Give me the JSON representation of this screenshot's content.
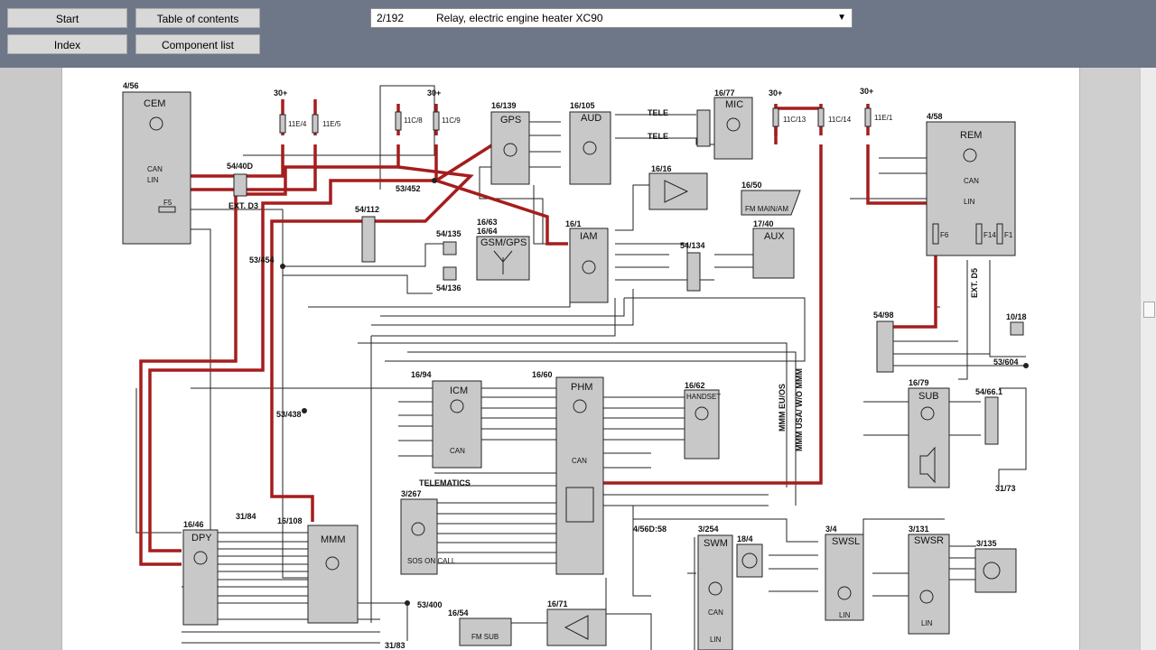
{
  "toolbar": {
    "start": "Start",
    "toc": "Table of contents",
    "index": "Index",
    "components": "Component list"
  },
  "diagram_select": {
    "number": "2/192",
    "title": "Relay, electric engine heater XC90"
  },
  "diagram": {
    "refs": {
      "cem": "4/56",
      "cem_name": "CEM",
      "rem": "4/58",
      "rem_name": "REM",
      "gps": "16/139",
      "gps_name": "GPS",
      "aud": "16/105",
      "aud_name": "AUD",
      "mic": "16/77",
      "mic_name": "MIC",
      "gsm": "16/63",
      "gsm2": "16/64",
      "gsm_name": "GSM/GPS",
      "iam": "16/1",
      "iam_name": "IAM",
      "aux": "17/40",
      "aux_name": "AUX",
      "fm": "16/50",
      "fm_name": "FM MAIN/AM",
      "amp": "16/16",
      "icm": "16/94",
      "icm_name": "ICM",
      "phm": "16/60",
      "phm_name": "PHM",
      "handset": "16/62",
      "handset_name": "HANDSET",
      "tele": "3/267",
      "dpy": "16/46",
      "dpy_name": "DPY",
      "mmm": "16/108",
      "mmm_name": "MMM",
      "sub": "16/79",
      "sub_name": "SUB",
      "swm": "3/254",
      "swm_name": "SWM",
      "ref184": "18/4",
      "swsl": "3/4",
      "swsl_name": "SWSL",
      "swsr": "3/131",
      "swsr_name": "SWSR",
      "ref3135": "3/135",
      "fmsub": "16/54",
      "fmsub_name": "FM SUB",
      "ref1671": "16/71",
      "ref1018": "10/18",
      "conn5498": "54/98",
      "conn5440": "54/40D",
      "conn54112": "54/112",
      "conn54135": "54/135",
      "conn54136": "54/136",
      "conn54134": "54/134",
      "conn5466": "54/66.1",
      "s53452": "53/452",
      "s53454": "53/454",
      "s53438": "53/438",
      "s53400": "53/400",
      "s53604": "53/604",
      "g3184": "31/84",
      "g3183": "31/83",
      "g3173": "31/73",
      "ref456d": "4/56D:58"
    },
    "fuses": {
      "f11e4": "11E/4",
      "f11e5": "11E/5",
      "f11c8": "11C/8",
      "f11c9": "11C/9",
      "f11c13": "11C/13",
      "f11c14": "11C/14",
      "f11e1": "11E/1"
    },
    "labels": {
      "plus30": "30+",
      "tele": "TELE",
      "telematics": "TELEMATICS",
      "ext_d3": "EXT. D3",
      "ext_d5": "EXT. D5",
      "mmm_euos": "MMM EU/OS",
      "mmm_usa": "MMM USA/ W/O MMM",
      "can": "CAN",
      "lin": "LIN",
      "sos": "SOS ON CALL",
      "f5": "F5",
      "f6": "F6",
      "f14": "F14",
      "f1": "F1"
    }
  }
}
